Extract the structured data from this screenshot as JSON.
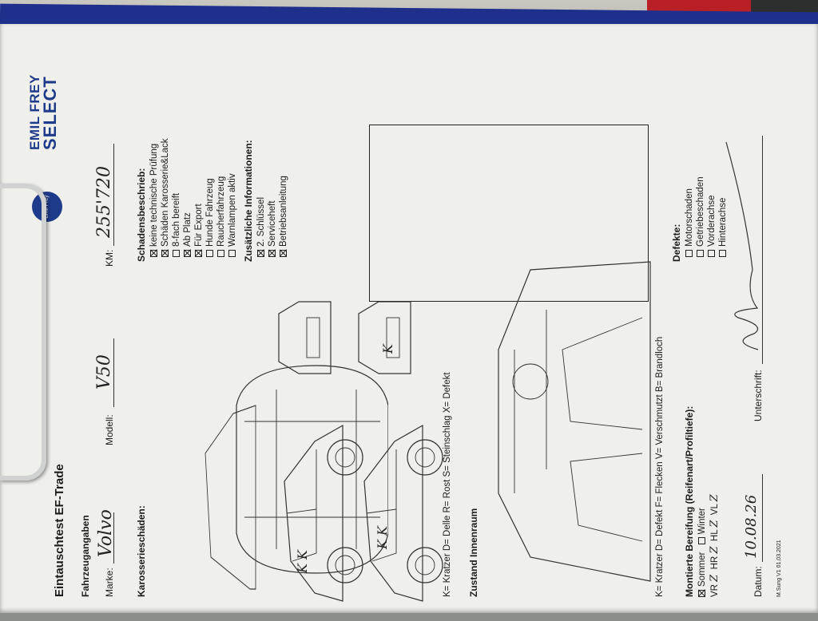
{
  "logo": {
    "line1": "EMIL FREY",
    "line2": "SELECT",
    "badge": "Emil Frey"
  },
  "title": "Eintauschtest EF-Trade",
  "vehicle": {
    "heading": "Fahrzeugangaben",
    "brand_label": "Marke:",
    "brand_value": "Volvo",
    "model_label": "Modell:",
    "model_value": "V50",
    "km_label": "KM:",
    "km_value": "255'720"
  },
  "body_damage_label": "Karosserieschäden:",
  "damage_desc": {
    "heading": "Schadensbeschrieb:",
    "items": [
      {
        "label": "keine technische Prüfung",
        "checked": true
      },
      {
        "label": "Schäden Karosserie&Lack",
        "checked": true
      },
      {
        "label": "8-fach bereift",
        "checked": false
      },
      {
        "label": "Ab Platz",
        "checked": true
      },
      {
        "label": "Für Export",
        "checked": true
      },
      {
        "label": "Hunde Fahrzeug",
        "checked": false
      },
      {
        "label": "Raucherfahrzeug",
        "checked": false
      },
      {
        "label": "Warnlampen aktiv",
        "checked": false
      }
    ]
  },
  "additional": {
    "heading": "Zusätzliche Informationen:",
    "items": [
      {
        "label": "2. Schlüssel",
        "checked": true
      },
      {
        "label": "Serviceheft",
        "checked": true
      },
      {
        "label": "Betriebsanleitung",
        "checked": true
      }
    ]
  },
  "marks": {
    "side1": "K K",
    "side2": "K K",
    "rear": "K"
  },
  "legend1": "K= Kratzer D= Delle R= Rost S= Steinschlag X= Defekt",
  "interior_heading": "Zustand Innenraum",
  "legend2": "K= Kratzer D= Defekt F= Flecken V= Verschmutzt B= Brandloch",
  "tires": {
    "heading": "Montierte Bereifung (Reifenart/Profiltiefe):",
    "summer_label": "Sommer",
    "summer_checked": true,
    "winter_label": "Winter",
    "winter_checked": false,
    "vr_label": "VR",
    "vr_value": "Z",
    "hr_label": "HR",
    "hr_value": "Z",
    "hl_label": "HL",
    "hl_value": "Z",
    "vl_label": "VL",
    "vl_value": "Z"
  },
  "defects": {
    "heading": "Defekte:",
    "items": [
      {
        "label": "Motorschaden",
        "checked": false
      },
      {
        "label": "Getriebeschaden",
        "checked": false
      },
      {
        "label": "Vorderachse",
        "checked": false
      },
      {
        "label": "Hinterachse",
        "checked": false
      }
    ]
  },
  "date_label": "Datum:",
  "date_value": "10.08.26",
  "signature_label": "Unterschrift:",
  "footer": "M.Sung V1 01.03.2021"
}
